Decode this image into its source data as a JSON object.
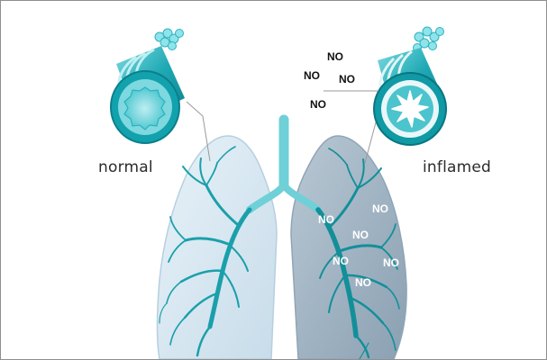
{
  "labels": {
    "normal": "normal",
    "inflamed": "inflamed"
  },
  "no_label": "NO",
  "colors": {
    "teal": "#1fa9b4",
    "teal_dark": "#0c7f8b",
    "teal_light": "#a9e6ea",
    "lung_normal": "#d9e9f3",
    "lung_inflamed": "#a3b5c3"
  }
}
